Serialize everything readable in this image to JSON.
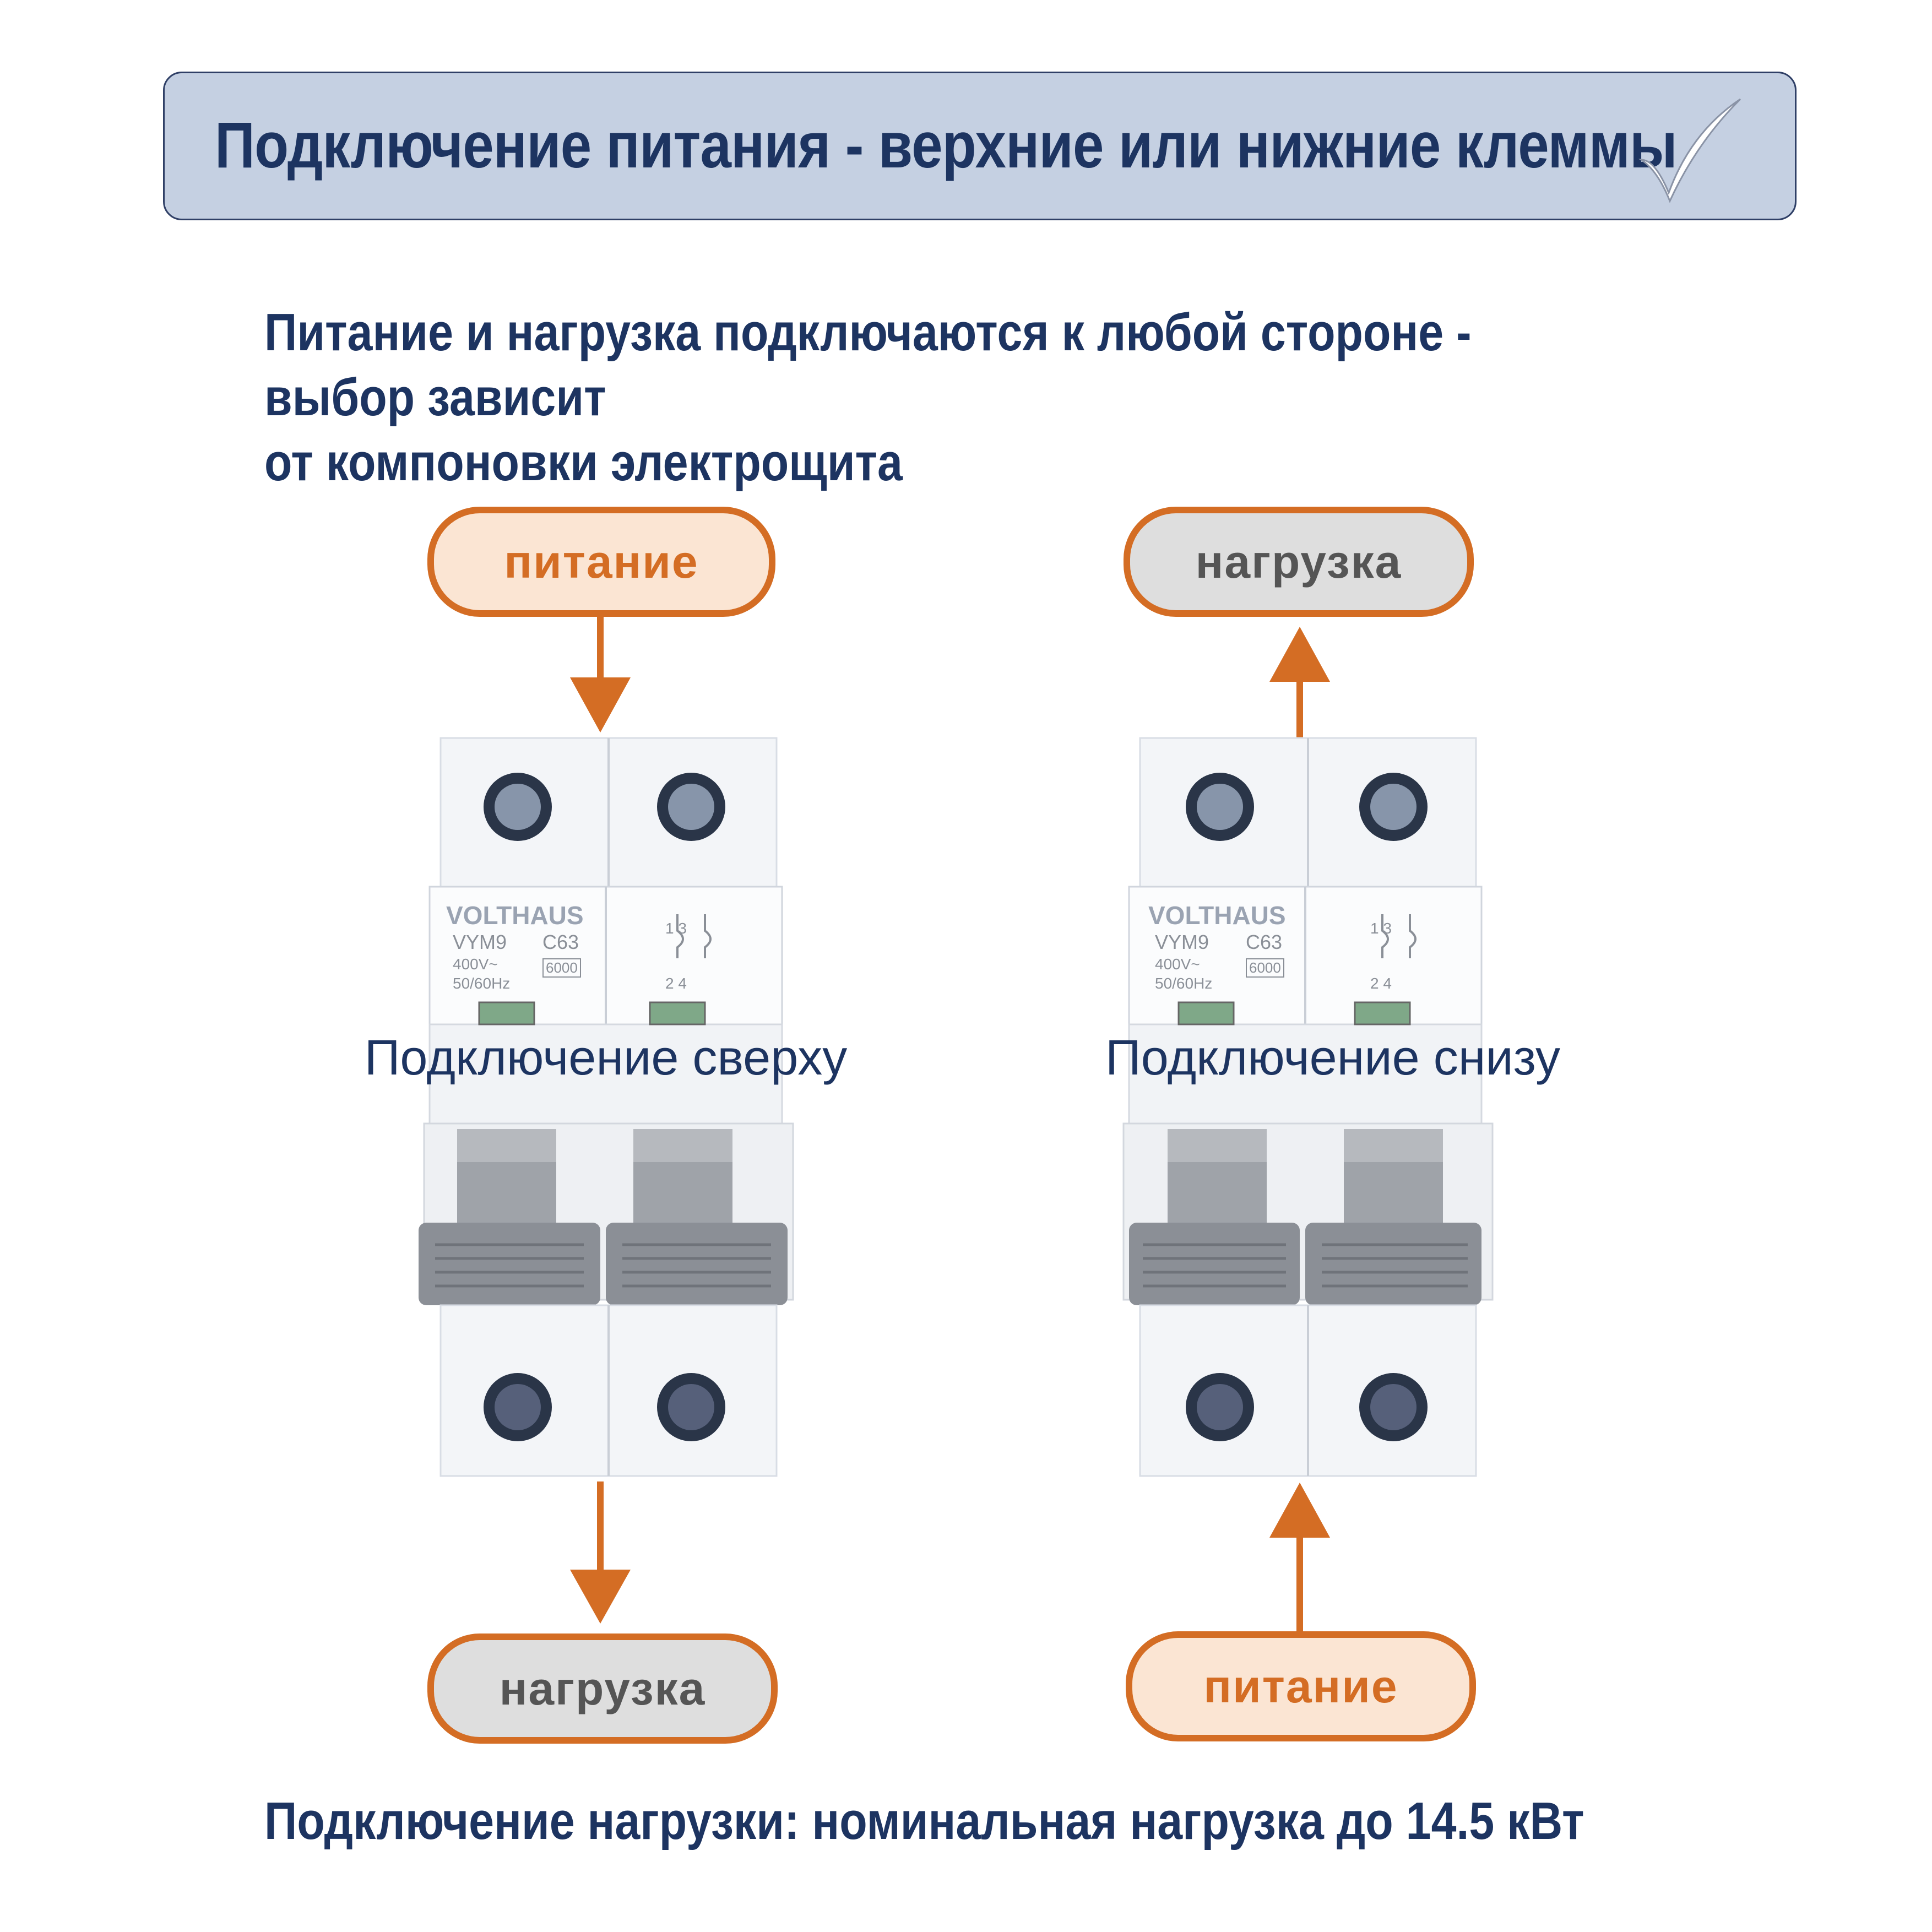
{
  "header": {
    "title": "Подключение питания - верхние или нижние клеммы"
  },
  "intro": {
    "line1": "Питание и нагрузка подключаются к любой стороне - выбор зависит",
    "line2": "от компоновки электрощита"
  },
  "left_diagram": {
    "top_label": "питание",
    "bottom_label": "нагрузка",
    "caption": "Подключение сверху",
    "breaker": {
      "brand": "VOLTHAUS",
      "model": "VYM9",
      "rating": "C63",
      "voltage": "400V~",
      "frequency": "50/60Hz",
      "breaking_capacity": "6000",
      "terminals_top": "1 3",
      "terminals_bottom": "2 4"
    }
  },
  "right_diagram": {
    "top_label": "нагрузка",
    "bottom_label": "питание",
    "caption": "Подключение снизу",
    "breaker": {
      "brand": "VOLTHAUS",
      "model": "VYM9",
      "rating": "C63",
      "voltage": "400V~",
      "frequency": "50/60Hz",
      "breaking_capacity": "6000",
      "terminals_top": "1 3",
      "terminals_bottom": "2 4"
    }
  },
  "footer": {
    "text": "Подключение нагрузки:  номинальная нагрузка до 14.5 кВт"
  },
  "colors": {
    "accent_orange": "#d46d24",
    "navy": "#1d3461",
    "banner_bg": "#c5d0e2",
    "supply_fill": "#fbe5d3",
    "load_fill": "#dedede"
  },
  "icons": [
    "checkmark-icon",
    "arrow-down-icon",
    "arrow-up-icon",
    "screw-terminal-icon"
  ]
}
